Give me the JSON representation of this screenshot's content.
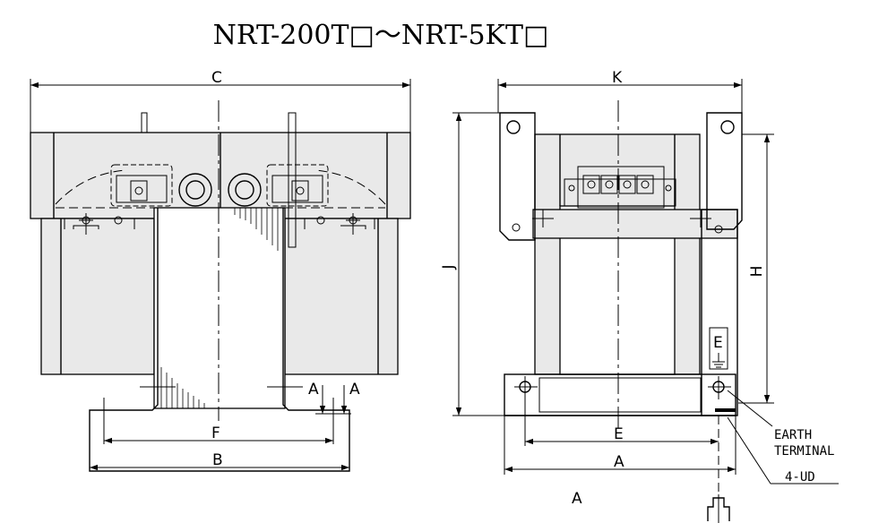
{
  "title": "NRT-200T□～NRT-5KT□",
  "front_view": {
    "dim_c": "C",
    "dim_f": "F",
    "dim_b": "B",
    "section_a1": "A",
    "section_a2": "A"
  },
  "side_view": {
    "dim_k": "K",
    "dim_j": "J",
    "dim_h": "H",
    "dim_e": "E",
    "dim_a": "A",
    "earth_symbol": "E"
  },
  "notes": {
    "earth_terminal_line1": "EARTH",
    "earth_terminal_line2": "TERMINAL",
    "mount_holes": "4-UD"
  },
  "section_view": {
    "label": "A"
  }
}
